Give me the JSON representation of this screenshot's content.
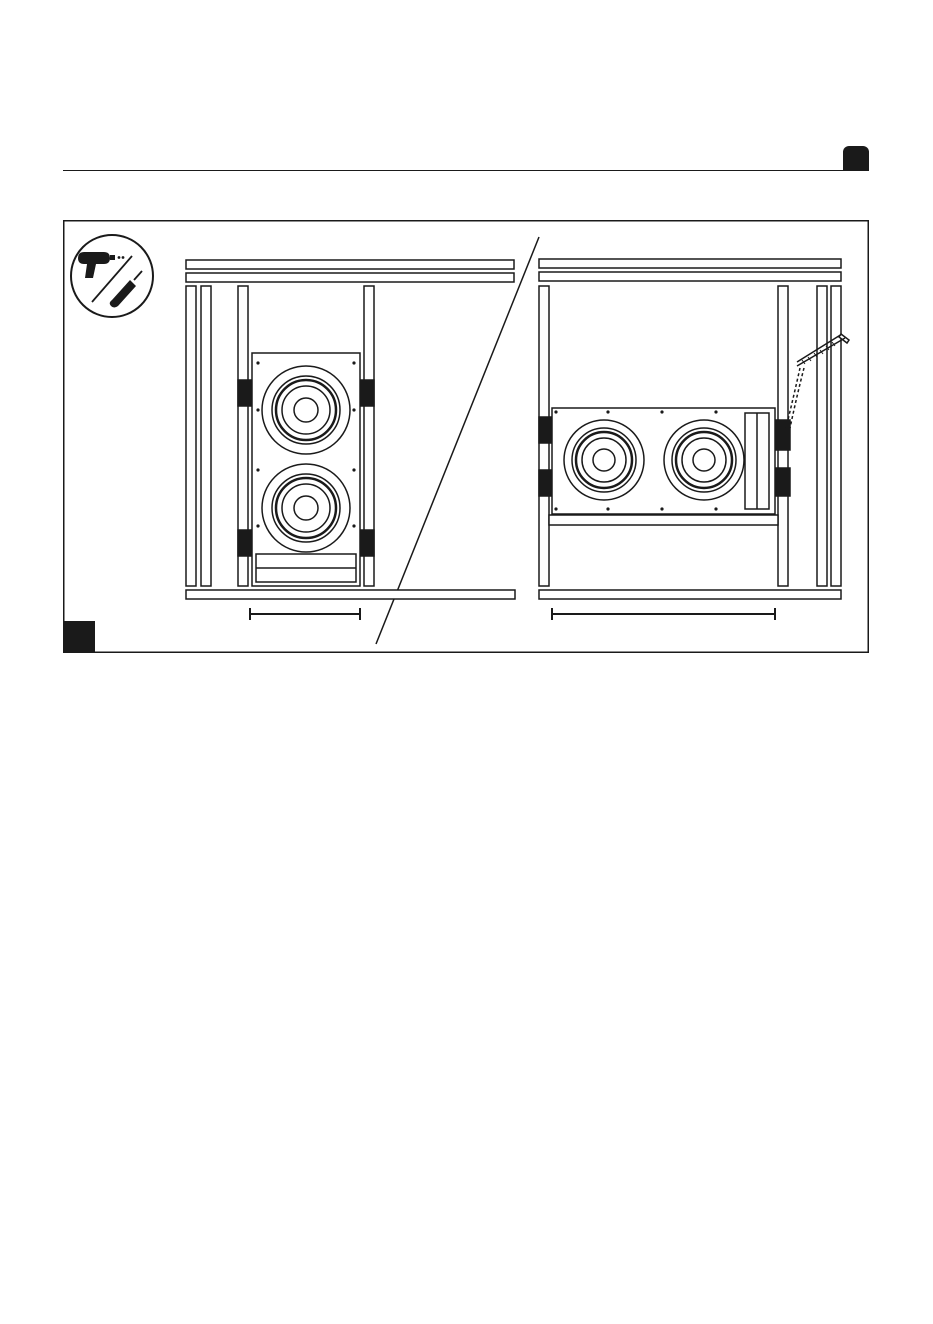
{
  "page": {
    "colors": {
      "ink": "#1a1a1a",
      "paper": "#ffffff"
    }
  },
  "header": {
    "badge_label": ""
  },
  "figure": {
    "step_badge_label": "",
    "tools": {
      "icons": [
        "drill-icon",
        "screwdriver-icon"
      ]
    },
    "left_view": {
      "woofers": 2,
      "orientation": "vertical"
    },
    "right_view": {
      "woofers": 2,
      "orientation": "horizontal"
    }
  }
}
